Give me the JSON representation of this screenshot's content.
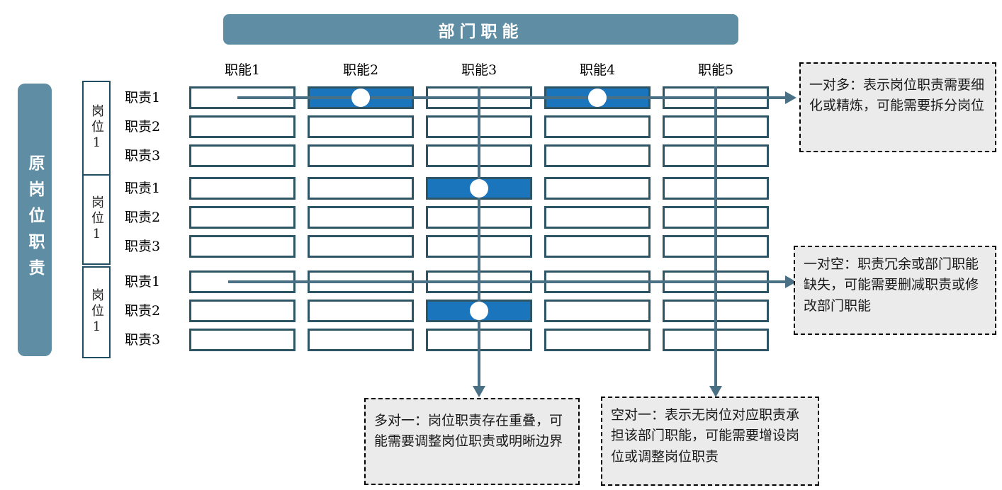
{
  "header": {
    "title": "部门职能"
  },
  "sidebar": {
    "title": "原岗位职责"
  },
  "columns": [
    "职能1",
    "职能2",
    "职能3",
    "职能4",
    "职能5"
  ],
  "groups": [
    {
      "label": "岗位1",
      "rows": [
        "职责1",
        "职责2",
        "职责3"
      ]
    },
    {
      "label": "岗位1",
      "rows": [
        "职责1",
        "职责2",
        "职责3"
      ]
    },
    {
      "label": "岗位1",
      "rows": [
        "职责1",
        "职责2",
        "职责3"
      ]
    }
  ],
  "matrix": {
    "rows": 9,
    "cols": 5,
    "filled_cells": [
      {
        "row": 0,
        "col": 1
      },
      {
        "row": 0,
        "col": 3
      },
      {
        "row": 3,
        "col": 2
      },
      {
        "row": 7,
        "col": 2
      }
    ]
  },
  "callouts": [
    {
      "id": "one-to-many",
      "text": "一对多：表示岗位职责需要细化或精炼，可能需要拆分岗位"
    },
    {
      "id": "one-to-empty",
      "text": "一对空：职责冗余或部门职能缺失，可能需要删减职责或修改部门职能"
    },
    {
      "id": "many-to-one",
      "text": "多对一：岗位职责存在重叠，可能需要调整岗位职责或明晰边界"
    },
    {
      "id": "empty-to-one",
      "text": "空对一：表示无岗位对应职责承担该部门职能，可能需要增设岗位或调整岗位职责"
    }
  ],
  "colors": {
    "teal": "#5E8DA4",
    "cell_border": "#2E5566",
    "connector_line": "#4A7086",
    "filled_blue": "#1B75BC",
    "callout_background": "#EBEBEB"
  }
}
